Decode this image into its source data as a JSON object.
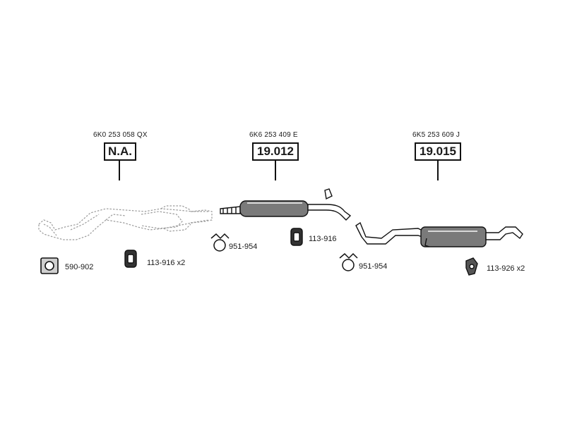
{
  "groups": [
    {
      "ref": "6K0 253 058 QX",
      "code": "N.A."
    },
    {
      "ref": "6K6 253 409 E",
      "code": "19.012"
    },
    {
      "ref": "6K5 253 609 J",
      "code": "19.015"
    }
  ],
  "parts": [
    {
      "label": "590-902",
      "icon": "gasket-icon"
    },
    {
      "label": "113-916 x2",
      "icon": "rubber-hanger-icon"
    },
    {
      "label": "951-954",
      "icon": "pipe-clamp-icon"
    },
    {
      "label": "113-916",
      "icon": "rubber-hanger-icon"
    },
    {
      "label": "951-954",
      "icon": "pipe-clamp-icon"
    },
    {
      "label": "113-926 x2",
      "icon": "rubber-mount-icon"
    }
  ],
  "colors": {
    "line": "#111111",
    "fill": "#7a7a7a",
    "dashed": "#9a9a9a"
  }
}
